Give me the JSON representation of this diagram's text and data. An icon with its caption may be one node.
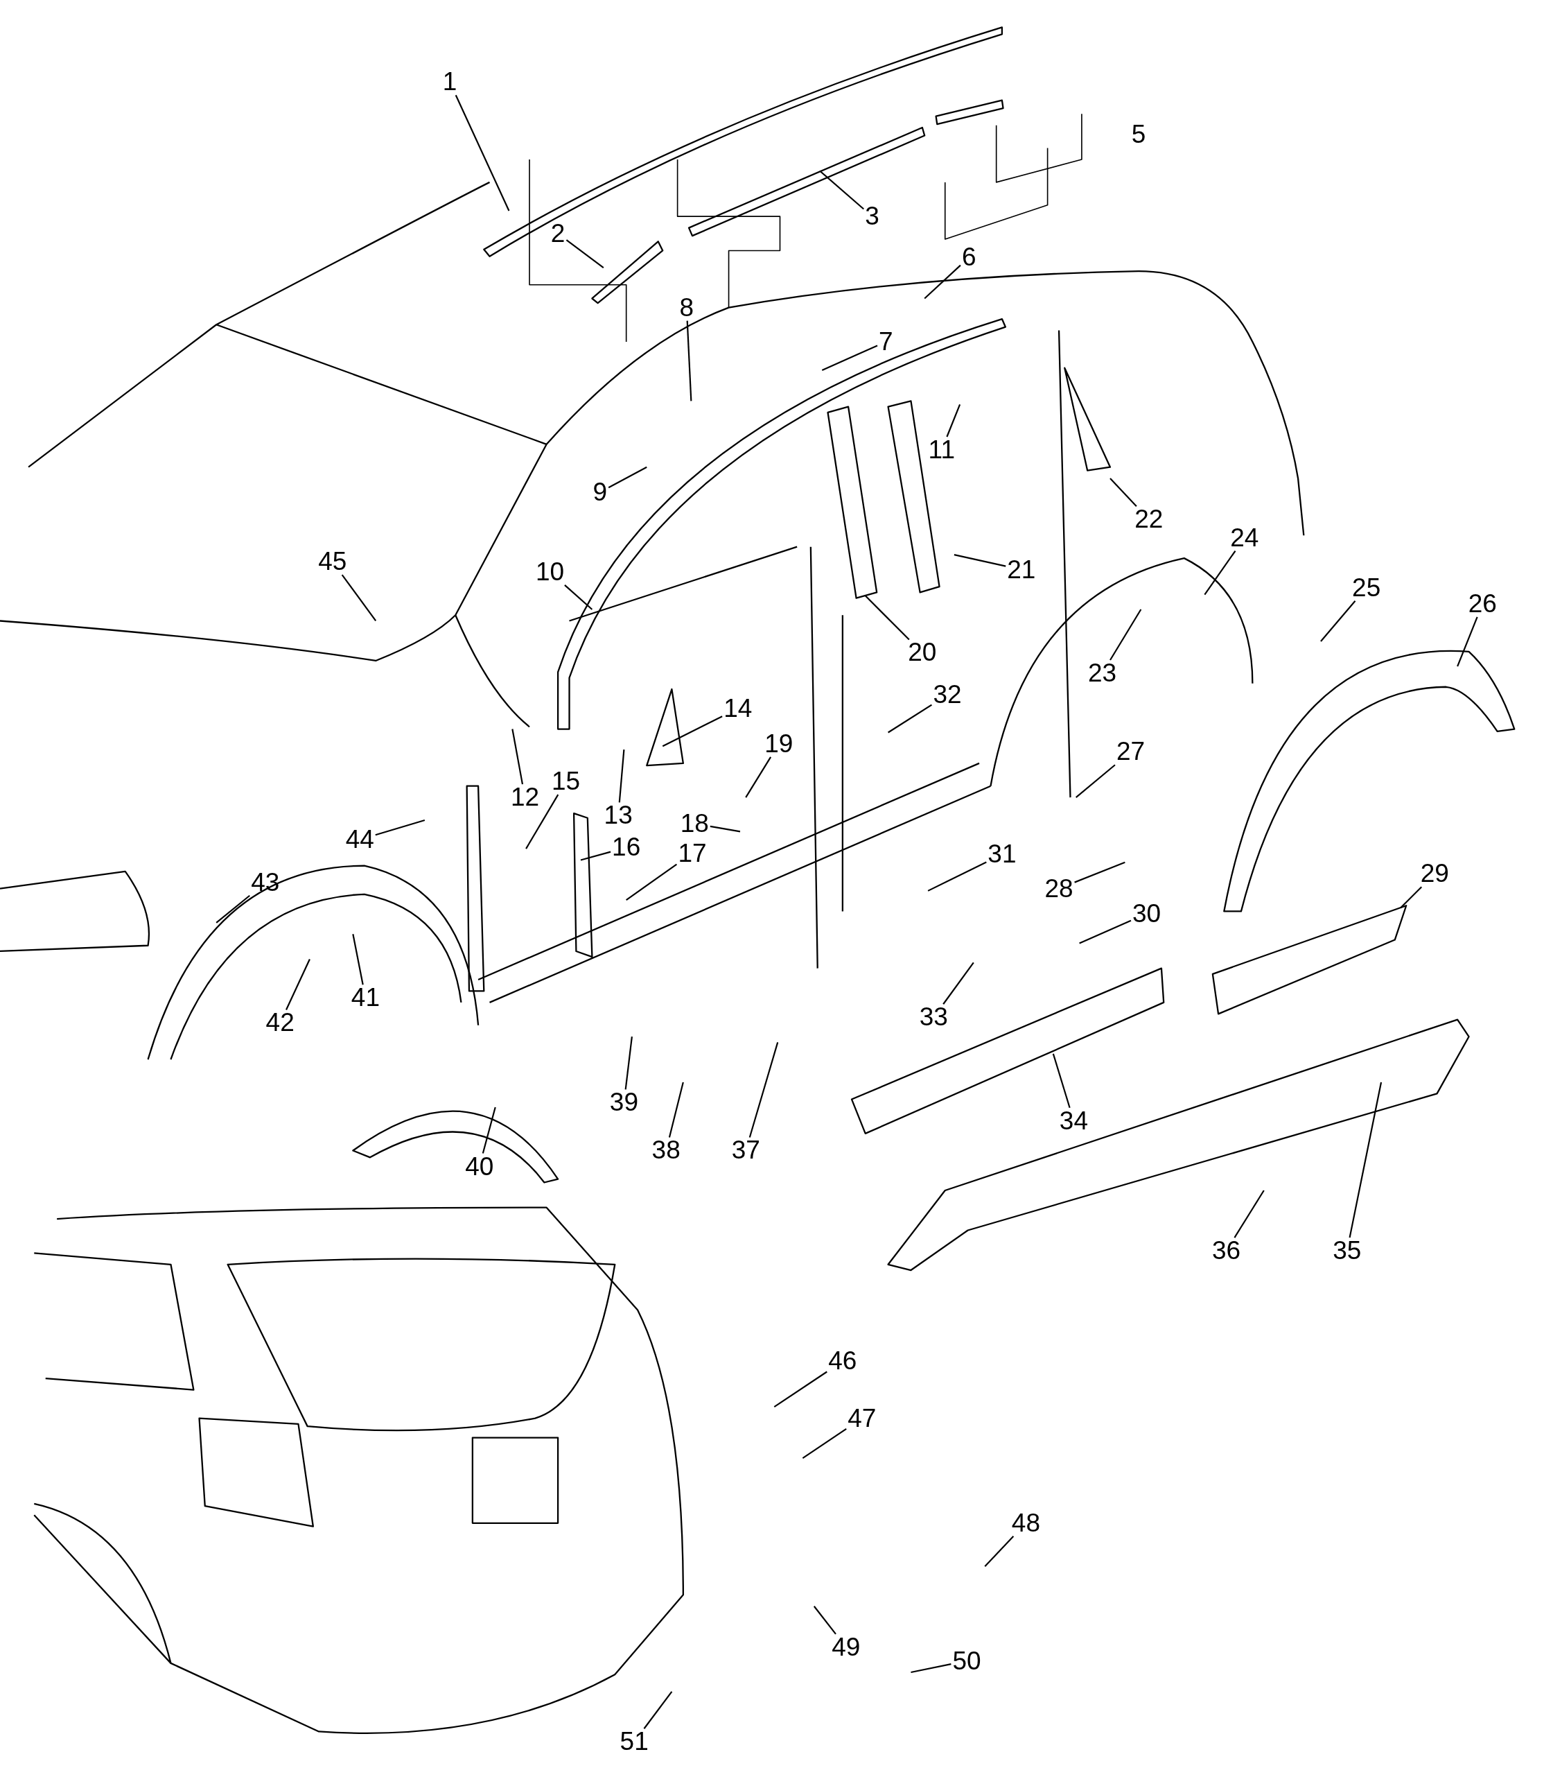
{
  "diagram": {
    "nodes": [
      {
        "text": [
          "1"
        ]
      },
      {
        "text": [
          "2"
        ]
      },
      {
        "text": [
          "3"
        ]
      },
      {
        "text": [
          "6"
        ]
      },
      {
        "text": [
          "7"
        ]
      },
      {
        "text": [
          "8"
        ]
      },
      {
        "text": [
          "9"
        ]
      },
      {
        "text": [
          "10"
        ]
      },
      {
        "text": [
          "11"
        ]
      },
      {
        "text": [
          "12"
        ]
      },
      {
        "text": [
          "13"
        ]
      },
      {
        "text": [
          "14"
        ]
      },
      {
        "text": [
          "15"
        ]
      },
      {
        "text": [
          "16"
        ]
      },
      {
        "text": [
          "17"
        ]
      },
      {
        "text": [
          "18"
        ]
      },
      {
        "text": [
          "19"
        ]
      },
      {
        "text": [
          "20"
        ]
      },
      {
        "text": [
          "21"
        ]
      },
      {
        "text": [
          "22"
        ]
      },
      {
        "text": [
          "23"
        ]
      },
      {
        "text": [
          "24"
        ]
      },
      {
        "text": [
          "25"
        ]
      },
      {
        "text": [
          "26"
        ]
      },
      {
        "text": [
          "27"
        ]
      },
      {
        "text": [
          "28"
        ]
      },
      {
        "text": [
          "29"
        ]
      },
      {
        "text": [
          "30"
        ]
      },
      {
        "text": [
          "31"
        ]
      },
      {
        "text": [
          "32"
        ]
      },
      {
        "text": [
          "33"
        ]
      },
      {
        "text": [
          "34"
        ]
      },
      {
        "text": [
          "35"
        ]
      },
      {
        "text": [
          "36"
        ]
      },
      {
        "text": [
          "37"
        ]
      },
      {
        "text": [
          "38"
        ]
      },
      {
        "text": [
          "39"
        ]
      },
      {
        "text": [
          "40"
        ]
      },
      {
        "text": [
          "41"
        ]
      },
      {
        "text": [
          "42"
        ]
      },
      {
        "text": [
          "43"
        ]
      },
      {
        "text": [
          "44"
        ]
      },
      {
        "text": [
          "45"
        ]
      },
      {
        "text": [
          "46"
        ]
      },
      {
        "text": [
          "47"
        ]
      },
      {
        "text": [
          "48"
        ]
      },
      {
        "text": [
          "49"
        ]
      },
      {
        "text": [
          "50"
        ]
      },
      {
        "text": [
          "51"
        ]
      }
    ],
    "edges": [
      {
        "from": 0,
        "to": null,
        "arrow": "none"
      },
      {
        "from": 1,
        "to": null,
        "arrow": "none"
      },
      {
        "from": 2,
        "to": null,
        "arrow": "none"
      },
      {
        "from": 3,
        "to": null,
        "arrow": "none"
      },
      {
        "from": 4,
        "to": null,
        "arrow": "none"
      },
      {
        "from": 5,
        "to": null,
        "arrow": "none"
      },
      {
        "from": 6,
        "to": null,
        "arrow": "none"
      },
      {
        "from": 7,
        "to": null,
        "arrow": "none"
      },
      {
        "from": 8,
        "to": null,
        "arrow": "none"
      },
      {
        "from": 9,
        "to": null,
        "arrow": "none"
      },
      {
        "from": 10,
        "to": null,
        "arrow": "none"
      },
      {
        "from": 11,
        "to": null,
        "arrow": "none"
      },
      {
        "from": 12,
        "to": null,
        "arrow": "none"
      },
      {
        "from": 13,
        "to": null,
        "arrow": "none"
      },
      {
        "from": 14,
        "to": null,
        "arrow": "none"
      },
      {
        "from": 15,
        "to": null,
        "arrow": "none"
      },
      {
        "from": 16,
        "to": null,
        "arrow": "none"
      },
      {
        "from": 17,
        "to": null,
        "arrow": "none"
      },
      {
        "from": 18,
        "to": null,
        "arrow": "none"
      },
      {
        "from": 19,
        "to": null,
        "arrow": "none"
      },
      {
        "from": 20,
        "to": null,
        "arrow": "none"
      },
      {
        "from": 21,
        "to": null,
        "arrow": "none"
      },
      {
        "from": 22,
        "to": null,
        "arrow": "none"
      },
      {
        "from": 23,
        "to": null,
        "arrow": "none"
      },
      {
        "from": 24,
        "to": null,
        "arrow": "none"
      },
      {
        "from": 25,
        "to": null,
        "arrow": "none"
      },
      {
        "from": 26,
        "to": null,
        "arrow": "none"
      },
      {
        "from": 27,
        "to": null,
        "arrow": "none"
      },
      {
        "from": 28,
        "to": null,
        "arrow": "none"
      },
      {
        "from": 29,
        "to": null,
        "arrow": "none"
      },
      {
        "from": 30,
        "to": null,
        "arrow": "none"
      },
      {
        "from": 31,
        "to": null,
        "arrow": "none"
      },
      {
        "from": 32,
        "to": null,
        "arrow": "none"
      },
      {
        "from": 33,
        "to": null,
        "arrow": "none"
      },
      {
        "from": 34,
        "to": null,
        "arrow": "none"
      },
      {
        "from": 35,
        "to": null,
        "arrow": "none"
      },
      {
        "from": 36,
        "to": null,
        "arrow": "none"
      },
      {
        "from": 37,
        "to": null,
        "arrow": "none"
      },
      {
        "from": 38,
        "to": null,
        "arrow": "none"
      },
      {
        "from": 39,
        "to": null,
        "arrow": "none"
      },
      {
        "from": 40,
        "to": null,
        "arrow": "none"
      },
      {
        "from": 41,
        "to": null,
        "arrow": "none"
      },
      {
        "from": 42,
        "to": null,
        "arrow": "none"
      },
      {
        "from": 43,
        "to": null,
        "arrow": "none"
      },
      {
        "from": 44,
        "to": null,
        "arrow": "none"
      },
      {
        "from": 45,
        "to": null,
        "arrow": "none"
      },
      {
        "from": 46,
        "to": null,
        "arrow": "none"
      },
      {
        "from": 47,
        "to": null,
        "arrow": "none"
      },
      {
        "from": 48,
        "to": null,
        "arrow": "none"
      }
    ],
    "labels": [
      "5"
    ]
  }
}
